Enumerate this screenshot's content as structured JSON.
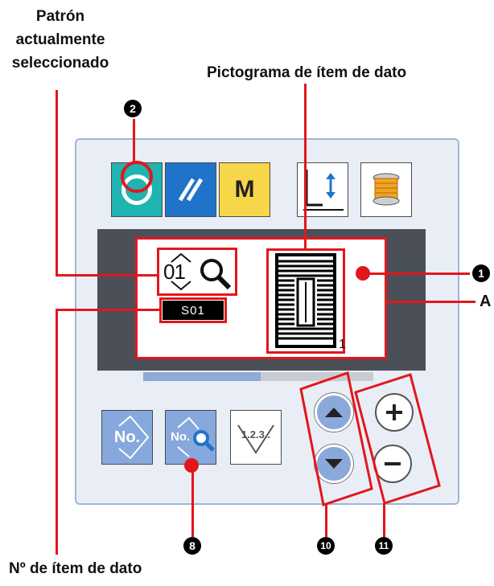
{
  "labels": {
    "current_pattern": [
      "Patrón",
      "actualmente",
      "seleccionado"
    ],
    "pictogram": "Pictograma de ítem de dato",
    "item_no": "Nº de ítem de dato",
    "a_marker": "A"
  },
  "callouts": {
    "c1": "1",
    "c2": "2",
    "c8": "8",
    "c10": "10",
    "c11": "11"
  },
  "panel": {
    "keys": {
      "m_label": "M",
      "no_label": "No.",
      "no_search_label": "No.",
      "check_label": "1.2.3.."
    },
    "lcd": {
      "pattern_number": "01",
      "item_code": "S01",
      "pictogram_sub": "1"
    }
  },
  "colors": {
    "accent_red": "#e3161c",
    "ready_teal": "#1fb4b0",
    "reset_blue": "#1f74c9",
    "mode_yellow": "#f8d64a",
    "key_blue": "#86a8dc"
  }
}
